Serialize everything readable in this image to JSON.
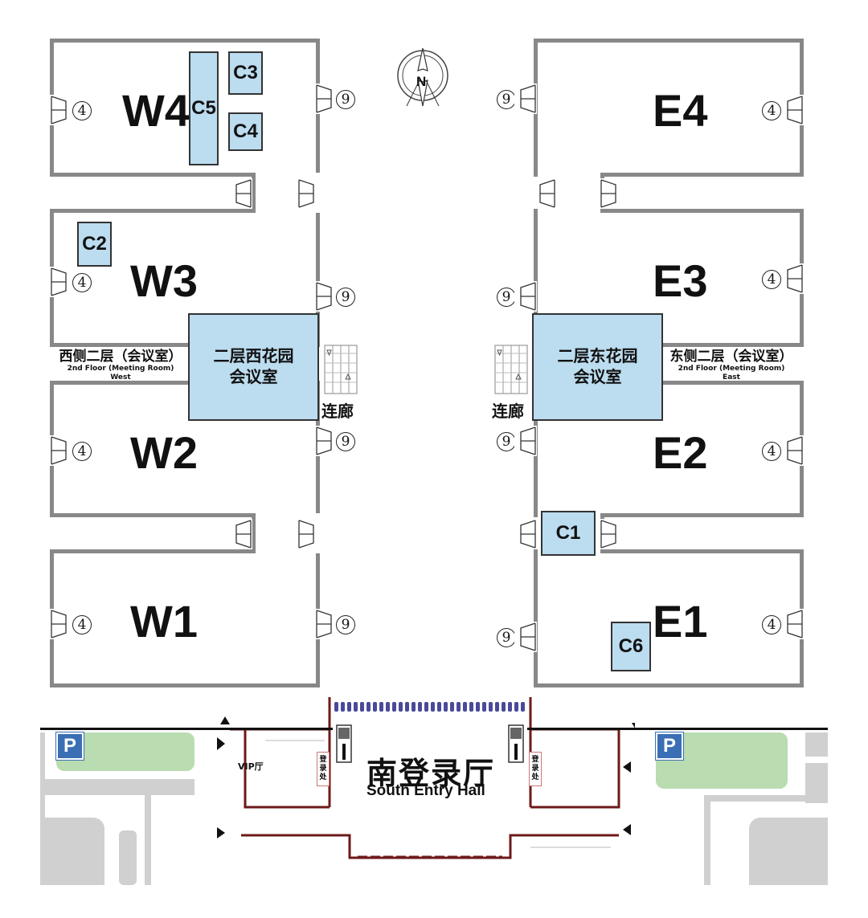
{
  "compass": {
    "label": "N"
  },
  "halls": {
    "W4": "W4",
    "W3": "W3",
    "W2": "W2",
    "W1": "W1",
    "E4": "E4",
    "E3": "E3",
    "E2": "E2",
    "E1": "E1"
  },
  "meeting_rooms": {
    "C1": "C1",
    "C2": "C2",
    "C3": "C3",
    "C4": "C4",
    "C5": "C5",
    "C6": "C6",
    "west_garden": "二层西花园\n会议室",
    "east_garden": "二层东花园\n会议室"
  },
  "gate_numbers": {
    "four": "4",
    "nine": "9"
  },
  "floor_labels": {
    "west_cn": "西侧二层（会议室）",
    "west_en_1": "2nd Floor (Meeting Room)",
    "west_en_2": "West",
    "east_cn": "东侧二层（会议室）",
    "east_en_1": "2nd Floor (Meeting Room)",
    "east_en_2": "East"
  },
  "corridor": {
    "west": "连廊",
    "east": "连廊"
  },
  "entry_hall": {
    "cn": "南登录厅",
    "en": "South Entry Hall",
    "vip": "VIP厅",
    "registration": "登录处"
  },
  "parking": {
    "label": "P"
  },
  "colors": {
    "hall_border": "#888888",
    "meeting_room": "#bcdcef",
    "parking": "#b9dcb0",
    "parking_sign": "#3a6fb5",
    "entry_wall": "#6e1a1a",
    "canopy": "#4a4a9a"
  }
}
